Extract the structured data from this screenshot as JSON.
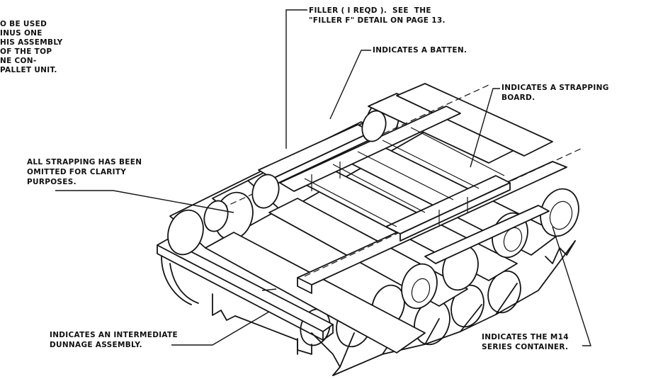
{
  "notes": {
    "top_left": [
      "O BE USED",
      "INUS ONE",
      "HIS ASSEMBLY",
      "OF THE TOP",
      "NE CON-",
      "PALLET UNIT."
    ],
    "filler": [
      "FILLER ( I REQD ).  SEE  THE",
      "\"FILLER F\" DETAIL ON PAGE 13."
    ],
    "batten": "INDICATES A BATTEN.",
    "strapping_board": [
      "INDICATES A STRAPPING",
      "BOARD."
    ],
    "all_strapping": [
      "ALL STRAPPING HAS BEEN",
      "OMITTED FOR CLARITY",
      "PURPOSES."
    ],
    "dunnage": [
      "INDICATES AN INTERMEDIATE",
      "DUNNAGE ASSEMBLY."
    ],
    "container": [
      "INDICATES THE M14",
      "SERIES CONTAINER."
    ]
  }
}
